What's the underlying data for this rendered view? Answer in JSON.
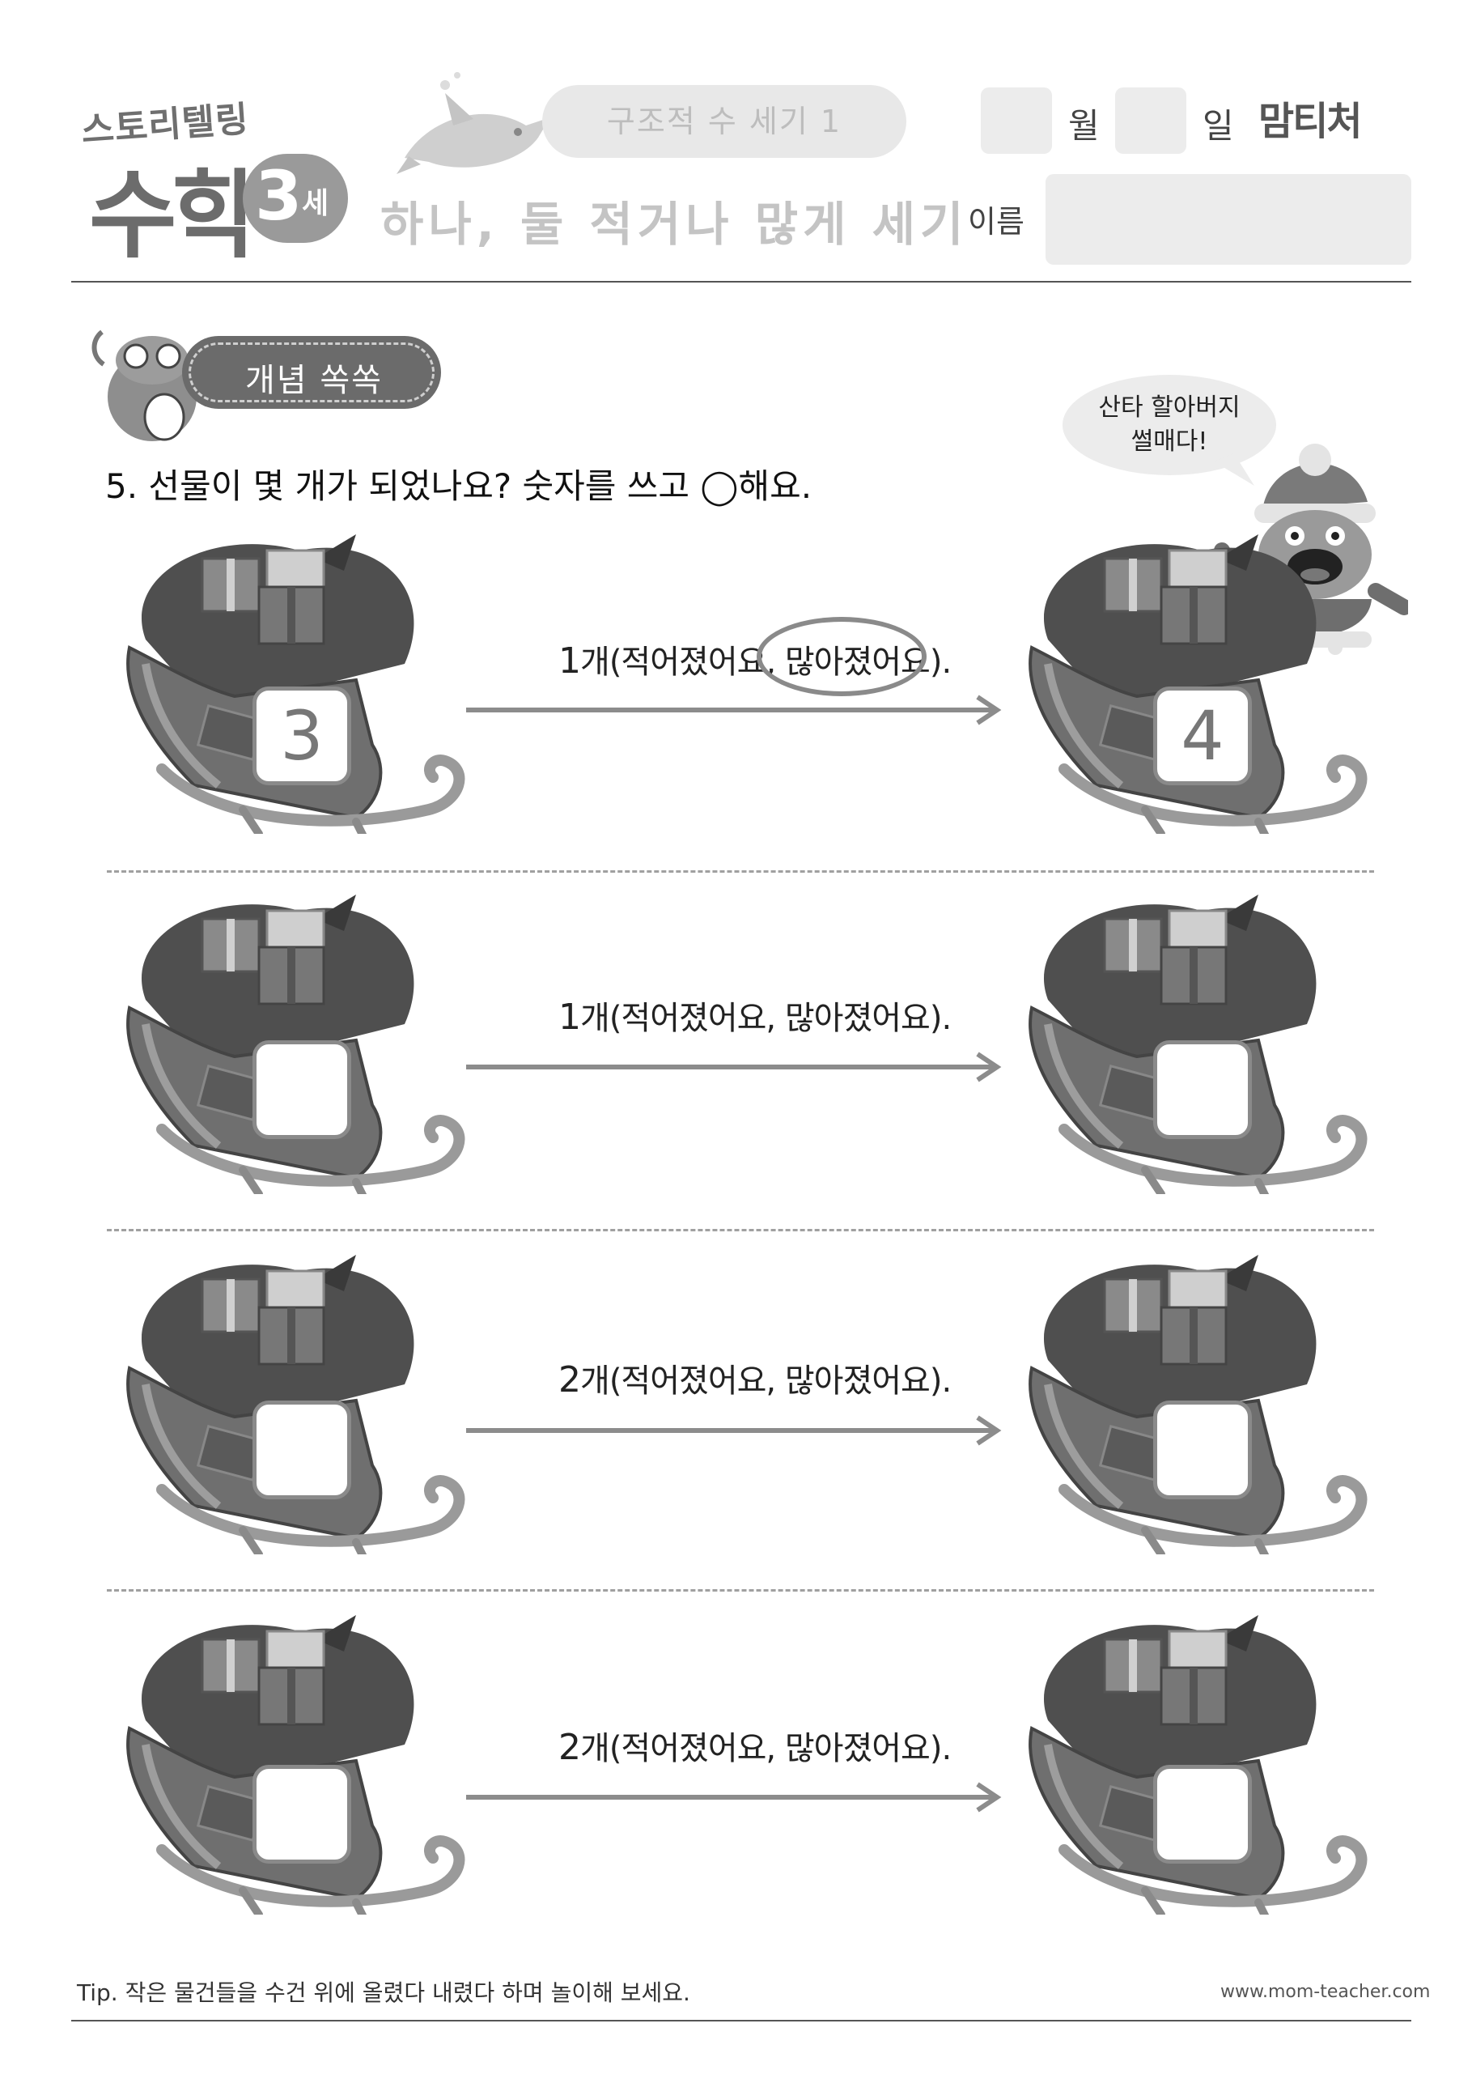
{
  "header": {
    "brand_small": "스토리텔링",
    "brand_big": "수학",
    "age_number": "3",
    "age_unit": "세",
    "lesson_pill": "구조적 수 세기 1",
    "lesson_title": "하나, 둘 적거나 많게 세기",
    "month_label": "월",
    "day_label": "일",
    "name_label": "이름",
    "logo": "맘티처"
  },
  "concept": {
    "label": "개념 쏙쏙"
  },
  "question": "5. 선물이 몇 개가 되었나요? 숫자를 쓰고 ◯해요.",
  "speech": {
    "line1": "산타 할아버지",
    "line2": "썰매다!"
  },
  "rows": [
    {
      "count": "1",
      "unit": "개",
      "text": "(적어졌어요, 많아졌어요).",
      "option_fewer": "적어졌어요",
      "option_more": "많아졌어요",
      "left_number": "3",
      "right_number": "4",
      "circled": "많아졌어요"
    },
    {
      "count": "1",
      "unit": "개",
      "text": "(적어졌어요, 많아졌어요).",
      "option_fewer": "적어졌어요",
      "option_more": "많아졌어요",
      "left_number": "",
      "right_number": "",
      "circled": ""
    },
    {
      "count": "2",
      "unit": "개",
      "text": "(적어졌어요, 많아졌어요).",
      "option_fewer": "적어졌어요",
      "option_more": "많아졌어요",
      "left_number": "",
      "right_number": "",
      "circled": ""
    },
    {
      "count": "2",
      "unit": "개",
      "text": "(적어졌어요, 많아졌어요).",
      "option_fewer": "적어졌어요",
      "option_more": "많아졌어요",
      "left_number": "",
      "right_number": "",
      "circled": ""
    }
  ],
  "footer": {
    "tip": "Tip. 작은 물건들을 수건 위에 올렸다 내렸다 하며 놀이해 보세요.",
    "website": "www.mom-teacher.com"
  },
  "colors": {
    "ink": "#222222",
    "gray_dark": "#6b6b6b",
    "gray_light": "#ececec",
    "arrow": "#8c8c8c"
  }
}
